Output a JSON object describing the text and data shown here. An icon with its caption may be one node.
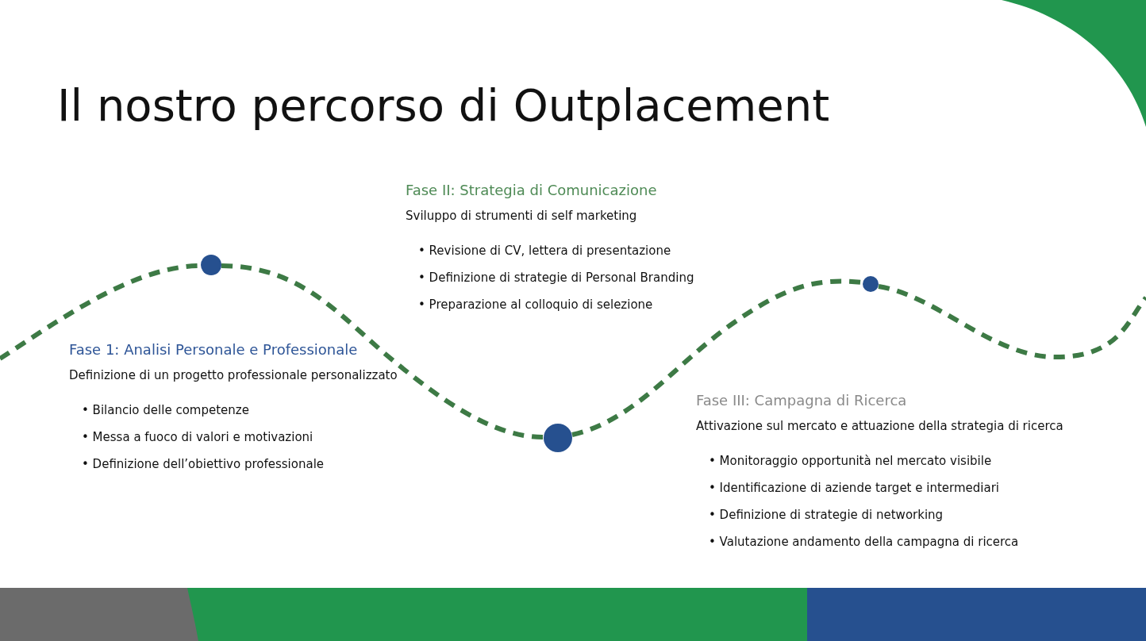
{
  "diagram": {
    "title": "Il nostro percorso di Outplacement",
    "nodes": [
      {
        "text": [
          "Fase 1: Analisi Personale e Professionale",
          "Definizione di un progetto professionale personalizzato",
          "• Bilancio delle competenze",
          "• Messa a fuoco di valori e motivazioni",
          "• Definizione dell’obiettivo professionale"
        ]
      },
      {
        "text": [
          "Fase II: Strategia di Comunicazione",
          "Sviluppo di strumenti di self marketing",
          "• Revisione di CV, lettera di presentazione",
          "• Definizione di strategie di Personal Branding",
          "• Preparazione al colloquio di selezione"
        ]
      },
      {
        "text": [
          "Fase III: Campagna di Ricerca",
          "Attivazione sul mercato e attuazione della strategia di ricerca",
          "• Monitoraggio opportunità nel mercato visibile",
          "• Identificazione di aziende target e intermediari",
          "• Definizione di strategie di networking",
          "• Valutazione andamento della campagna di ricerca"
        ]
      },
      {
        "text": [],
        "shape": "circle"
      },
      {
        "text": [],
        "shape": "circle"
      },
      {
        "text": [],
        "shape": "circle"
      }
    ],
    "edges": [
      {
        "from": null,
        "to": 3,
        "arrow": "none",
        "style": "dashed"
      },
      {
        "from": 3,
        "to": 4,
        "arrow": "none",
        "style": "dashed"
      },
      {
        "from": 4,
        "to": 5,
        "arrow": "none",
        "style": "dashed"
      },
      {
        "from": 5,
        "to": null,
        "arrow": "none",
        "style": "dashed"
      }
    ]
  }
}
